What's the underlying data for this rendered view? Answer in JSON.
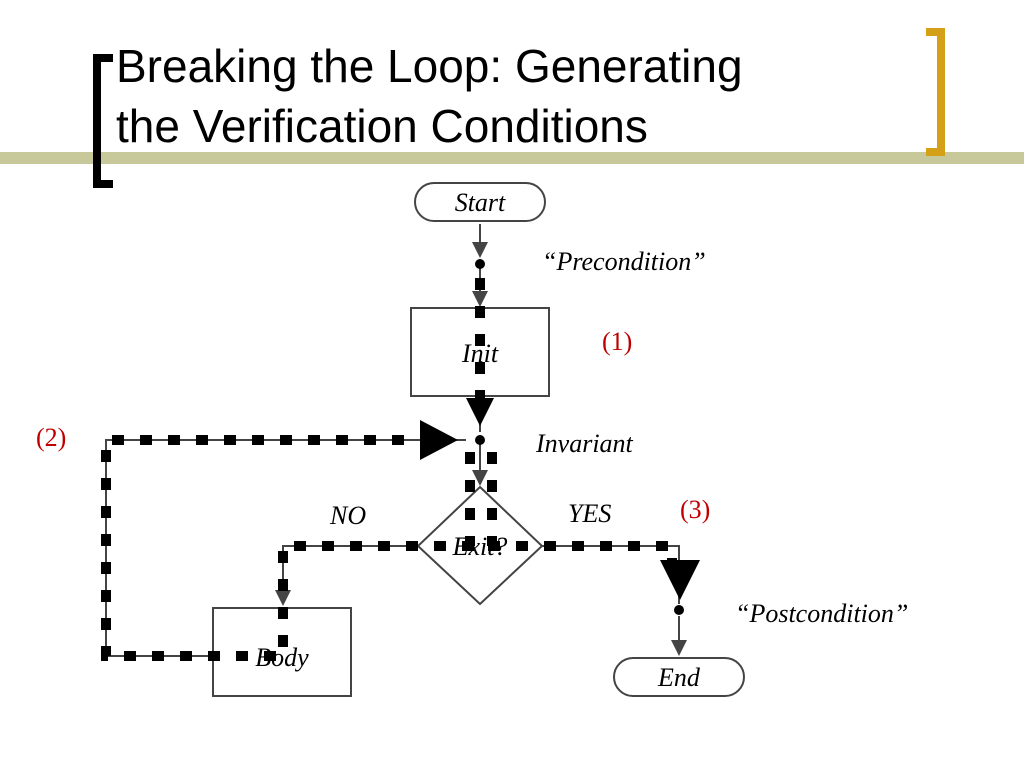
{
  "slide": {
    "title_line1": "Breaking the Loop: Generating",
    "title_line2": "the Verification Conditions",
    "accent_bar_color": "#c8c99a",
    "bracket_left_color": "#000000",
    "bracket_right_color": "#d4a017"
  },
  "flowchart": {
    "start": "Start",
    "end": "End",
    "init": "Init",
    "body": "Body",
    "exit": "Exit?",
    "precondition": "“Precondition”",
    "invariant": "Invariant",
    "postcondition": "“Postcondition”",
    "no": "NO",
    "yes": "YES",
    "path1": "(1)",
    "path2": "(2)",
    "path3": "(3)",
    "path_color": "#c00000"
  }
}
